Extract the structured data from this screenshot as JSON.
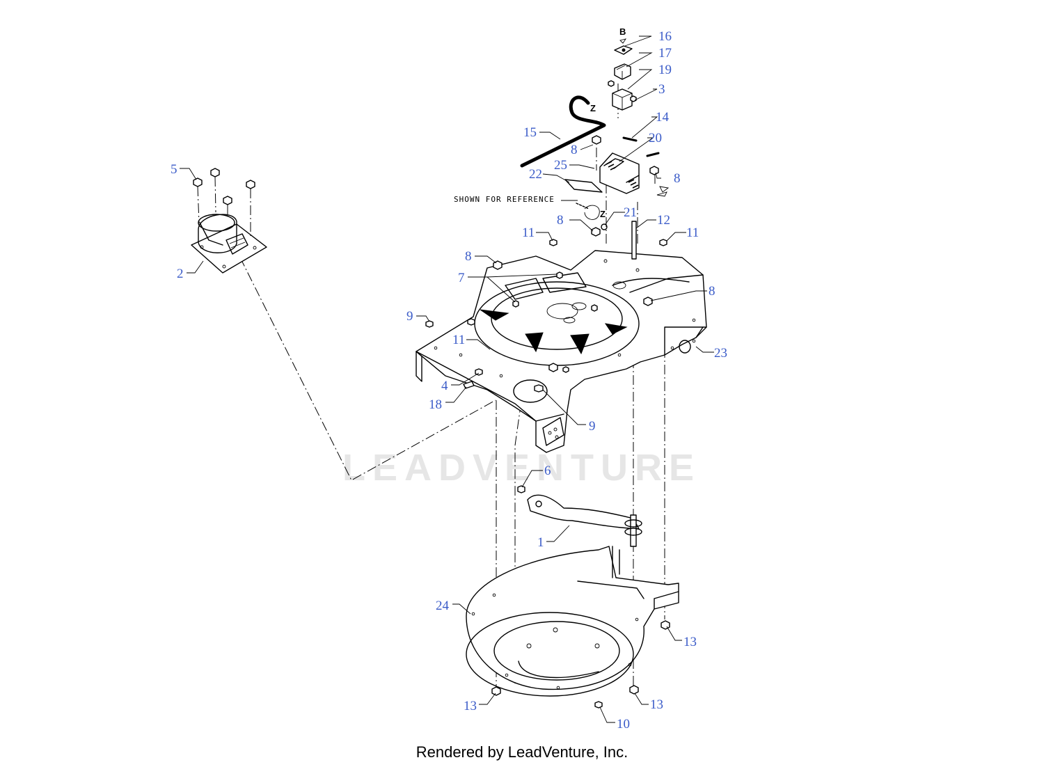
{
  "watermark": "LEADVENTURE",
  "footer": "Rendered by LeadVenture, Inc.",
  "reference_note": "SHOWN FOR REFERENCE",
  "callouts": {
    "c1": "1",
    "c2": "2",
    "c3": "3",
    "c4": "4",
    "c5": "5",
    "c6": "6",
    "c7": "7",
    "c8": "8",
    "c9": "9",
    "c10": "10",
    "c11": "11",
    "c12": "12",
    "c13": "13",
    "c14": "14",
    "c15": "15",
    "c16": "16",
    "c17": "17",
    "c18": "18",
    "c19": "19",
    "c20": "20",
    "c21": "21",
    "c22": "22",
    "c23": "23",
    "c24": "24",
    "c25": "25"
  }
}
